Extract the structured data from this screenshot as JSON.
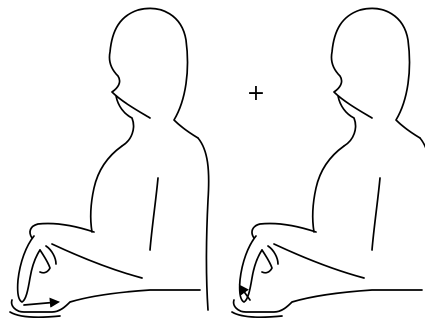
{
  "separator": {
    "symbol": "+"
  },
  "figures": [
    {
      "id": "left",
      "gesture": "finger-drag-right",
      "arrow_icon": "arrow-right-icon"
    },
    {
      "id": "right",
      "gesture": "finger-flick-up-left",
      "arrow_icon": "arrow-up-left-icon"
    }
  ],
  "colors": {
    "line": "#000000",
    "background": "#ffffff"
  }
}
